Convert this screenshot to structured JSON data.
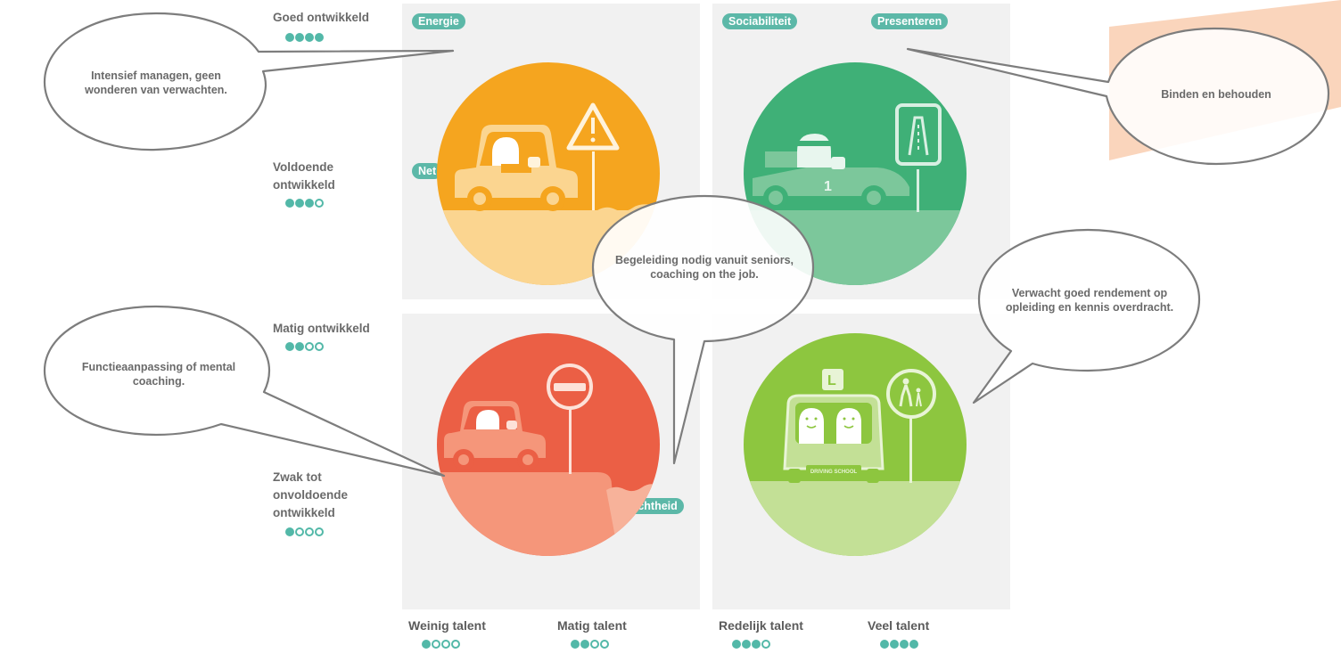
{
  "y_axis": [
    {
      "label": "Goed ontwikkeld",
      "level": 4
    },
    {
      "label": "Voldoende ontwikkeld",
      "level": 3
    },
    {
      "label": "Matig ontwikkeld",
      "level": 2
    },
    {
      "label": "Zwak tot onvoldoende ontwikkeld",
      "level": 1
    }
  ],
  "x_axis": [
    {
      "label": "Weinig talent",
      "level": 1
    },
    {
      "label": "Matig talent",
      "level": 2
    },
    {
      "label": "Redelijk talent",
      "level": 3
    },
    {
      "label": "Veel talent",
      "level": 4
    }
  ],
  "tags": {
    "energie": "Energie",
    "netwerk_partial": "Net",
    "sociabiliteit": "Sociabiliteit",
    "presenteren": "Presenteren",
    "richtheid_partial": "richtheid"
  },
  "car": {
    "number": "1",
    "badge": "L",
    "plate": "DRIVING SCHOOL"
  },
  "bubbles": {
    "top_left": "Intensief managen, geen wonderen van verwachten.",
    "top_right": "Binden en behouden",
    "center": "Begeleiding nodig vanuit seniors, coaching on the job.",
    "bottom_left": "Functieaanpassing of mental coaching.",
    "bottom_right": "Verwacht goed rendement op opleiding en kennis overdracht."
  },
  "colors": {
    "orange": "#f5a51f",
    "green": "#3fb077",
    "red": "#eb5f45",
    "lime": "#8dc63f",
    "teal": "#5cb8a8",
    "peach": "#f8c7a6"
  }
}
